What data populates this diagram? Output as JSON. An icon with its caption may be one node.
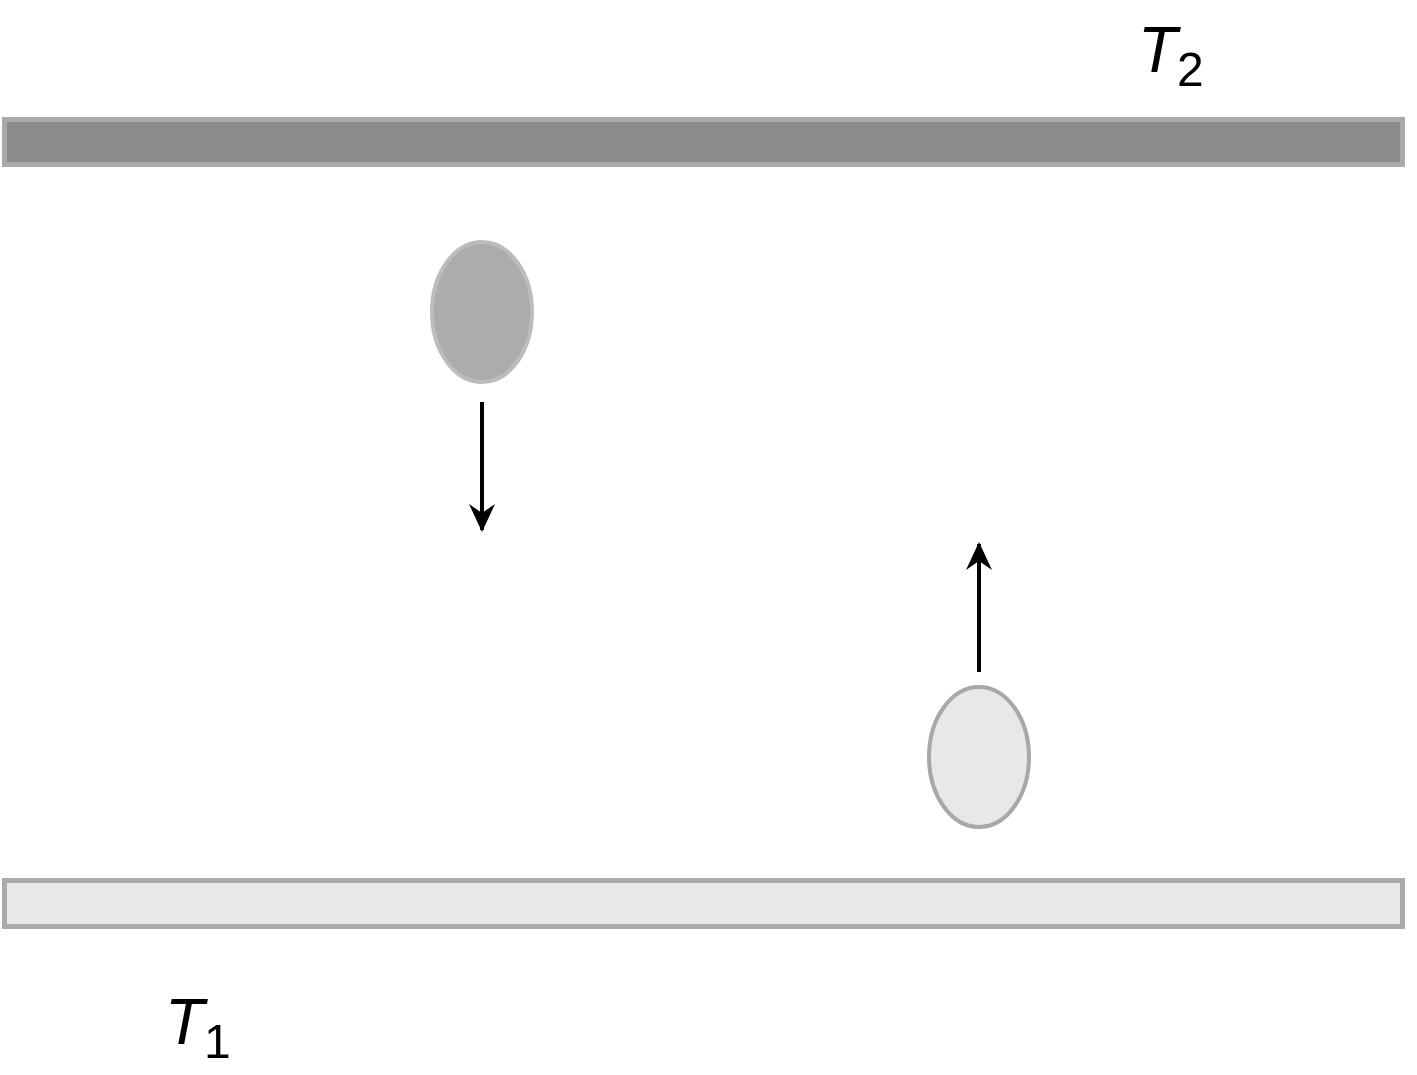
{
  "diagram": {
    "nodes": [
      {
        "text": [],
        "shape": "bar",
        "beside": [
          "*T*$_{2}$"
        ]
      },
      {
        "text": [],
        "shape": "circle"
      },
      {
        "text": [],
        "shape": "circle"
      },
      {
        "text": [],
        "shape": "bar",
        "beside": [
          "*T*$_{1}$"
        ]
      }
    ]
  }
}
